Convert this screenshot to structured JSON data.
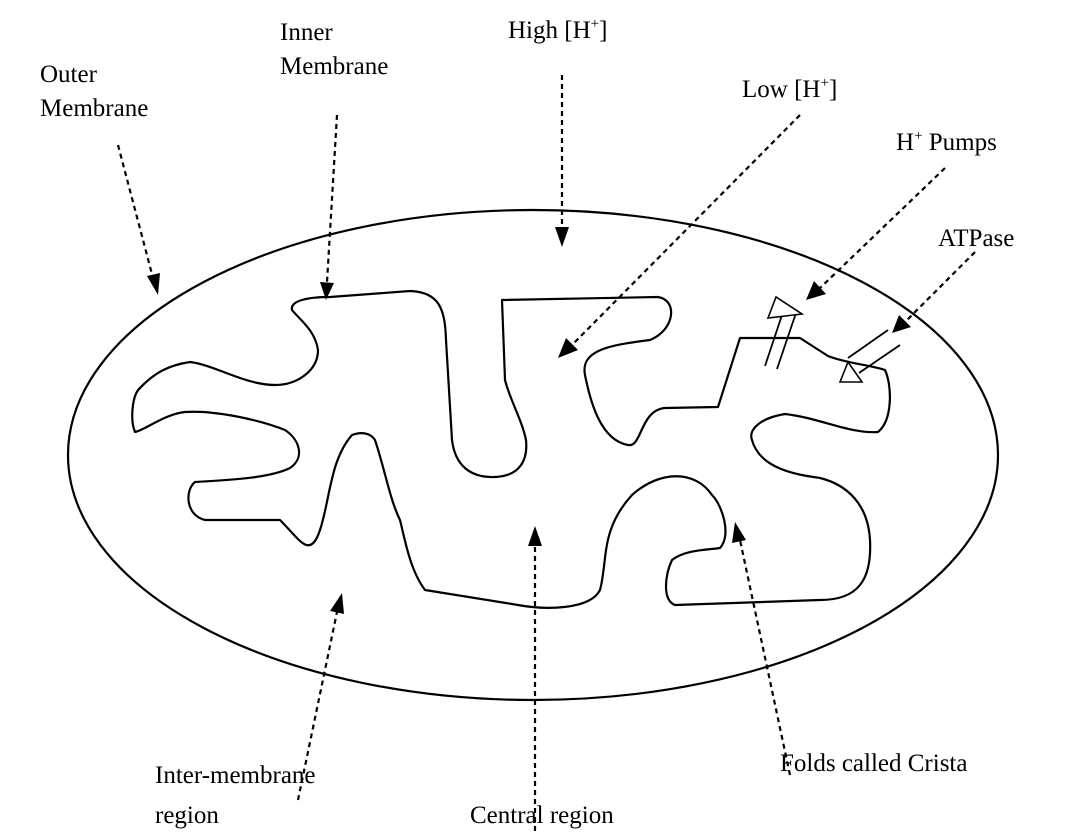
{
  "diagram": {
    "labels": {
      "outer_membrane_line1": "Outer",
      "outer_membrane_line2": "Membrane",
      "inner_membrane_line1": "Inner",
      "inner_membrane_line2": "Membrane",
      "high_h_pre": "High [H",
      "high_h_sup": "+",
      "high_h_post": "]",
      "low_h_pre": "Low [H",
      "low_h_sup": "+",
      "low_h_post": "]",
      "h_pumps_pre": "H",
      "h_pumps_sup": "+",
      "h_pumps_post": " Pumps",
      "atpase": "ATPase",
      "inter_membrane_line1": "Inter-membrane",
      "inter_membrane_line2": "region",
      "central_region": "Central region",
      "folds_called_crista": "Folds called Crista"
    },
    "colors": {
      "line": "#000000",
      "background": "#ffffff"
    }
  }
}
